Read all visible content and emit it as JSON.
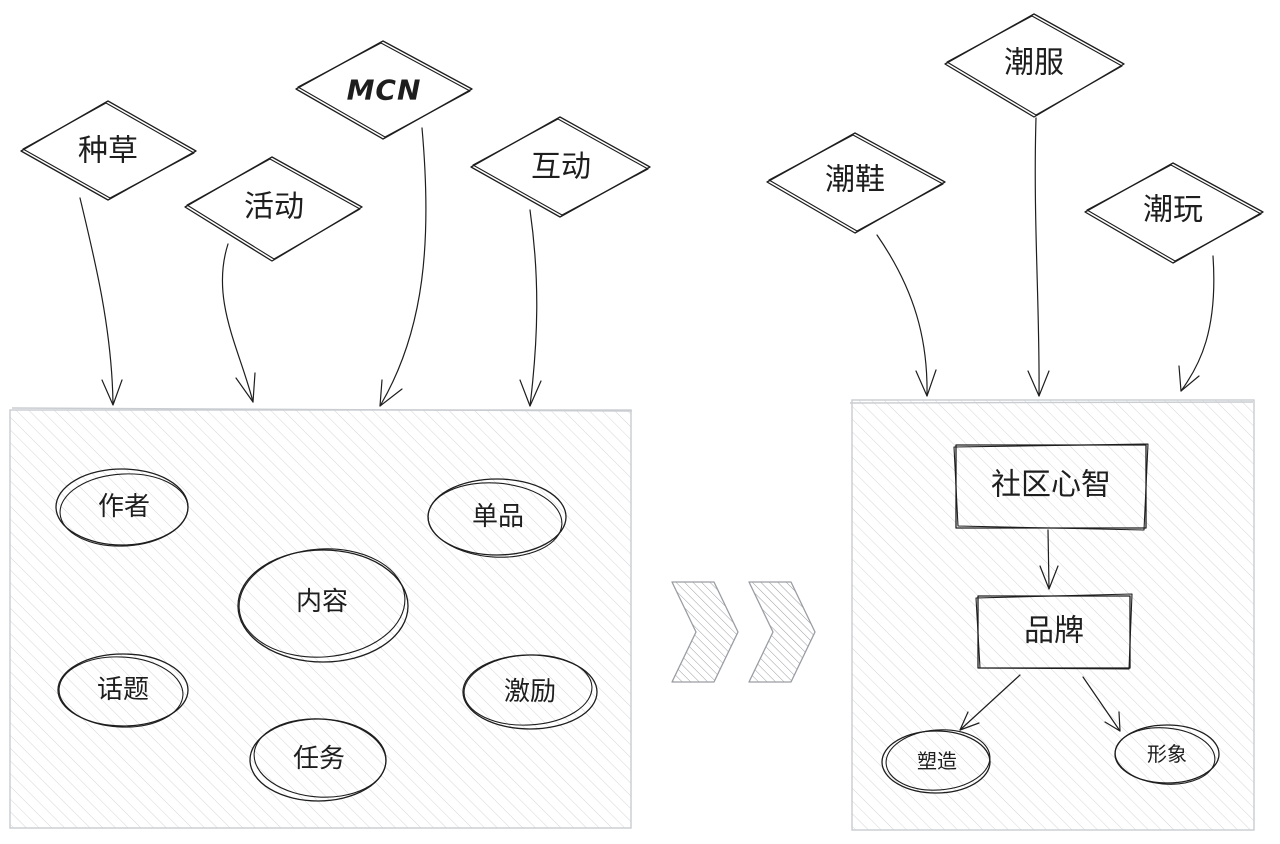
{
  "colors": {
    "stroke": "#1e1e1e",
    "highlight_yellow": "#f8df84",
    "highlight_green": "#b3f0b4",
    "rect_fill_gray": "#e6e8eb",
    "panel_hatch": "#d4d6da"
  },
  "left_group": {
    "sources": [
      "种草",
      "活动",
      "MCN",
      "互动"
    ],
    "highlighted_source": "活动",
    "items": {
      "author": "作者",
      "single_item": "单品",
      "content": "内容",
      "topic": "话题",
      "incentive": "激励",
      "task": "任务"
    }
  },
  "right_group": {
    "sources": [
      "潮服",
      "潮鞋",
      "潮玩"
    ],
    "community_mind": "社区心智",
    "brand": "品牌",
    "shape": "塑造",
    "image": "形象"
  }
}
